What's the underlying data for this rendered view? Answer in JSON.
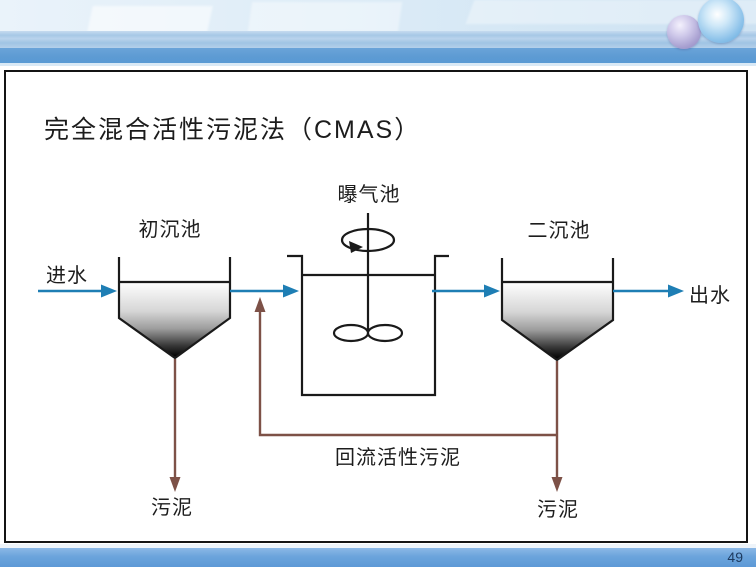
{
  "slide": {
    "title": "完全混合活性污泥法（CMAS）",
    "page_number": "49"
  },
  "diagram": {
    "tanks": [
      {
        "id": "primary-clarifier",
        "label": "初沉池"
      },
      {
        "id": "aeration-tank",
        "label": "曝气池"
      },
      {
        "id": "secondary-clarifier",
        "label": "二沉池"
      }
    ],
    "flows": {
      "influent": "进水",
      "effluent": "出水",
      "sludge_left": "污泥",
      "sludge_right": "污泥",
      "return_sludge": "回流活性污泥"
    },
    "colors": {
      "flow_line": "#1e7eb4",
      "sludge_line": "#7d5147",
      "outline": "#1a1a1a"
    }
  }
}
